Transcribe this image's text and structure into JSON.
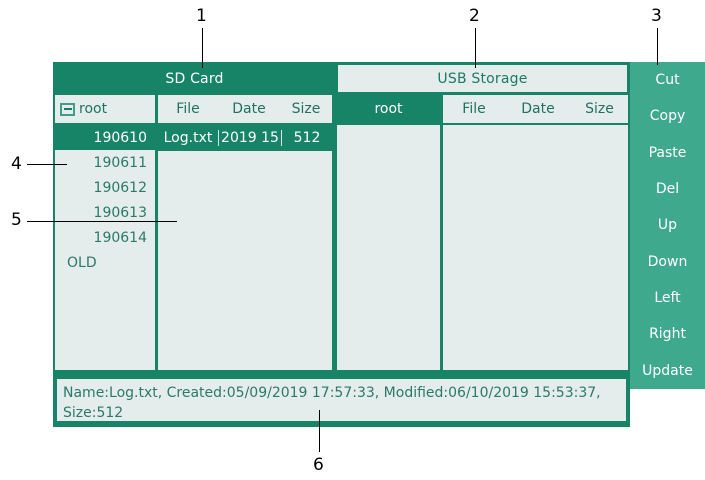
{
  "window": {
    "tabs": [
      {
        "label": "SD Card",
        "selected": true
      },
      {
        "label": "USB Storage",
        "selected": false
      }
    ],
    "sd": {
      "tree_header": {
        "label": "root",
        "expander": "minus-box-icon"
      },
      "tree_items": [
        {
          "label": "190610",
          "selected": true
        },
        {
          "label": "190611",
          "selected": false
        },
        {
          "label": "190612",
          "selected": false
        },
        {
          "label": "190613",
          "selected": false
        },
        {
          "label": "190614",
          "selected": false
        },
        {
          "label": "OLD",
          "selected": false
        }
      ],
      "columns": [
        "File",
        "Date",
        "Size"
      ],
      "rows": [
        {
          "file": "Log.txt",
          "date": "2019 15",
          "size": "512",
          "selected": true
        }
      ]
    },
    "usb": {
      "tree_header": {
        "label": "root"
      },
      "tree_items": [],
      "columns": [
        "File",
        "Date",
        "Size"
      ],
      "rows": []
    },
    "status": "Name:Log.txt, Created:05/09/2019 17:57:33, Modified:06/10/2019 15:53:37, Size:512"
  },
  "buttons": [
    {
      "label": "Cut"
    },
    {
      "label": "Copy"
    },
    {
      "label": "Paste"
    },
    {
      "label": "Del"
    },
    {
      "label": "Up"
    },
    {
      "label": "Down"
    },
    {
      "label": "Left"
    },
    {
      "label": "Right"
    },
    {
      "label": "Update"
    }
  ],
  "callouts": [
    {
      "number": "1"
    },
    {
      "number": "2"
    },
    {
      "number": "3"
    },
    {
      "number": "4"
    },
    {
      "number": "5"
    },
    {
      "number": "6"
    }
  ],
  "colors": {
    "teal_dark": "#178468",
    "teal_light": "#3fa98e",
    "panel_bg": "#e4ecec",
    "text_teal": "#2a7a66",
    "text_white": "#ffffff"
  }
}
